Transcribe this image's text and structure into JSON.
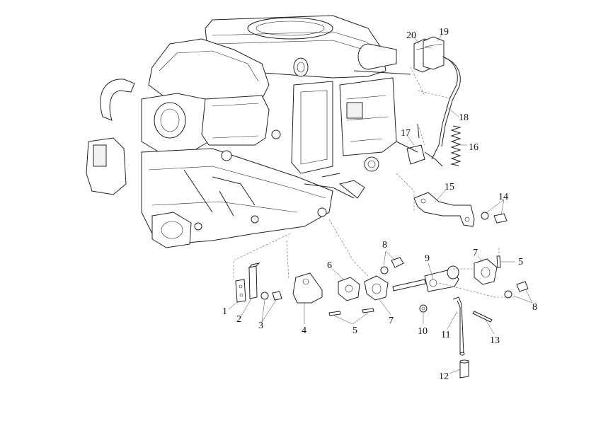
{
  "diagram": {
    "labels": [
      "1",
      "2",
      "3",
      "4",
      "5",
      "5",
      "6",
      "7",
      "7",
      "8",
      "8",
      "9",
      "10",
      "11",
      "12",
      "13",
      "14",
      "15",
      "16",
      "17",
      "18",
      "19",
      "20"
    ]
  }
}
